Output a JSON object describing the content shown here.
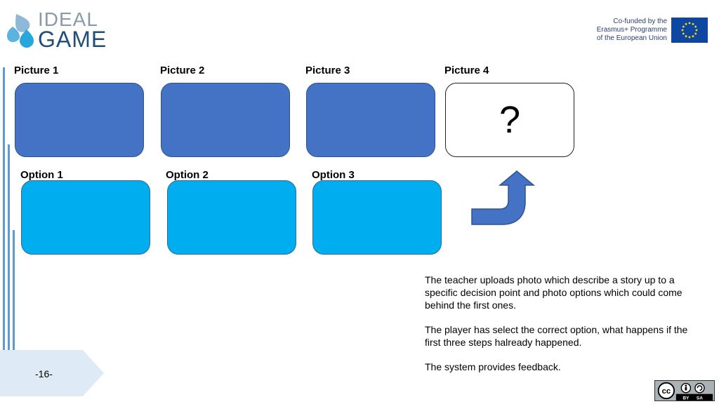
{
  "logo": {
    "top": "IDEAL",
    "bottom": "GAME"
  },
  "eu": {
    "line1": "Co-funded by the",
    "line2": "Erasmus+ Programme",
    "line3": "of the European Union"
  },
  "pictures": [
    {
      "label": "Picture 1"
    },
    {
      "label": "Picture 2"
    },
    {
      "label": "Picture 3"
    },
    {
      "label": "Picture 4"
    }
  ],
  "question_mark": "?",
  "options": [
    {
      "label": "Option 1"
    },
    {
      "label": "Option 2"
    },
    {
      "label": "Option 3"
    }
  ],
  "description": [
    "The teacher uploads photo which describe a story up to a specific decision point and photo options which could come behind the first ones.",
    "The player has select the correct option, what happens if the first three steps halready happened.",
    "The system provides feedback."
  ],
  "page_number": "-16-",
  "license": {
    "by": "BY",
    "sa": "SA"
  },
  "colors": {
    "picture": "#4472c4",
    "option": "#00aeef",
    "arrow": "#4472c4",
    "tab": "#deebf7"
  }
}
